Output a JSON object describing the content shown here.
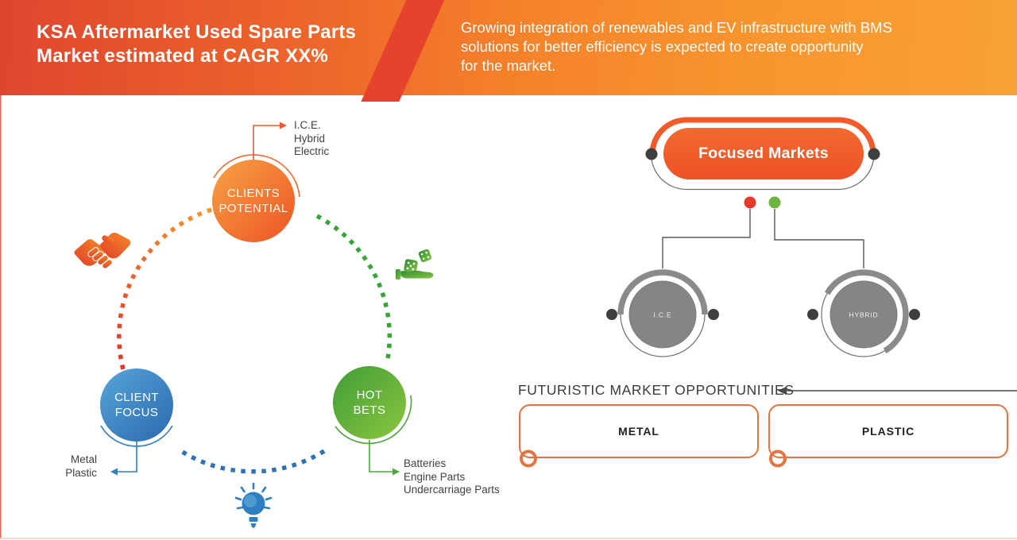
{
  "header": {
    "title": "KSA Aftermarket Used Spare Parts\nMarket estimated at CAGR XX%",
    "description": "Growing integration of renewables and EV infrastructure with BMS\nsolutions for better efficiency is expected to create opportunity\nfor the market."
  },
  "cycle": {
    "nodes": [
      {
        "id": "clients-potential",
        "label": "CLIENTS\nPOTENTIAL",
        "callout": "I.C.E.\nHybrid\nElectric",
        "icon": "handshake-icon",
        "color": "#ec5424"
      },
      {
        "id": "client-focus",
        "label": "CLIENT\nFOCUS",
        "callout": "Metal\nPlastic",
        "icon": "lightbulb-icon",
        "color": "#2f7ec0"
      },
      {
        "id": "hot-bets",
        "label": "HOT\nBETS",
        "callout": "Batteries\nEngine Parts\nUndercarriage Parts",
        "icon": "dice-in-hand-icon",
        "color": "#4aa63c"
      }
    ]
  },
  "focused_markets": {
    "title": "Focused Markets",
    "branches": [
      {
        "label": "I.C.E",
        "dot_color": "#e6392c"
      },
      {
        "label": "HYBRID",
        "dot_color": "#6cb33f"
      }
    ]
  },
  "opportunities": {
    "heading": "FUTURISTIC MARKET OPPORTUNITIES",
    "items": [
      {
        "label": "METAL"
      },
      {
        "label": "PLASTIC"
      }
    ]
  },
  "colors": {
    "header_gradient_start": "#e0452e",
    "header_gradient_end": "#f9a235",
    "accent_orange": "#f15b2b",
    "accent_red": "#e6392c",
    "accent_blue": "#2f7ec0",
    "accent_green": "#4aa63c",
    "node_gray": "#8a8a8a",
    "line_gray": "#58595b",
    "box_border_orange": "#e2743f"
  }
}
